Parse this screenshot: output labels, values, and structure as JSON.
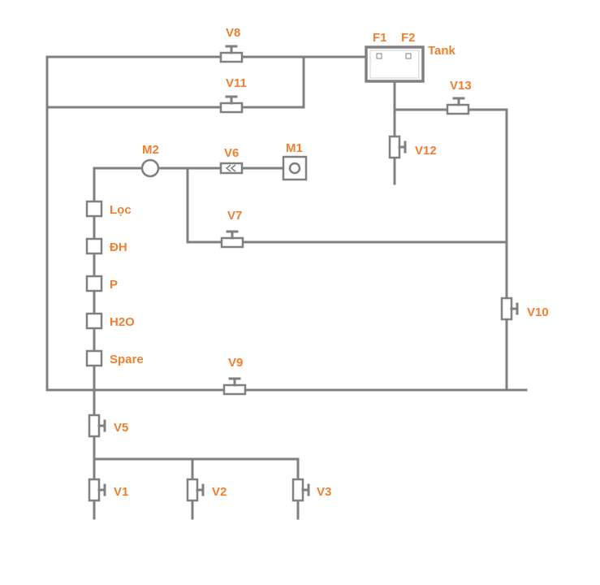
{
  "colors": {
    "pipe": "#808080",
    "label": "#f07f2f",
    "background": "#ffffff"
  },
  "labels": {
    "v1": "V1",
    "v2": "V2",
    "v3": "V3",
    "v5": "V5",
    "v6": "V6",
    "v7": "V7",
    "v8": "V8",
    "v9": "V9",
    "v10": "V10",
    "v11": "V11",
    "v12": "V12",
    "v13": "V13",
    "m1": "M1",
    "m2": "M2",
    "f1": "F1",
    "f2": "F2",
    "tank": "Tank",
    "loc": "Lọc",
    "dh": "ĐH",
    "p": "P",
    "h2o": "H2O",
    "spare": "Spare"
  }
}
